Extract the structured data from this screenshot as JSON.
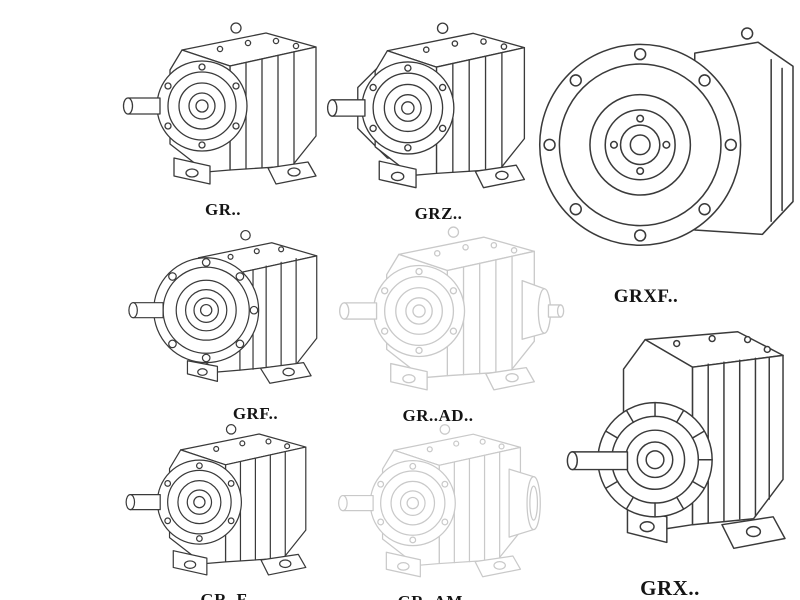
{
  "figures": [
    {
      "label": "GR..",
      "line_style": "solid"
    },
    {
      "label": "GRZ..",
      "line_style": "solid"
    },
    {
      "label": "GRXF..",
      "line_style": "solid"
    },
    {
      "label": "GRF..",
      "line_style": "solid"
    },
    {
      "label": "GR..AD..",
      "line_style": "faint"
    },
    {
      "label": "GR..F",
      "line_style": "solid"
    },
    {
      "label": "GR..AM..",
      "line_style": "faint"
    },
    {
      "label": "GRX..",
      "line_style": "solid"
    }
  ],
  "colors": {
    "line": "#3a3a3a",
    "faint_line": "#c9c9c9",
    "label_text": "#141414",
    "background": "#ffffff"
  }
}
